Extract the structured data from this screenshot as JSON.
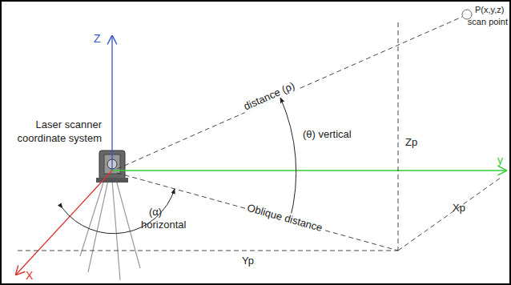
{
  "diagram": {
    "labels": [
      "Z",
      "Laser scanner",
      "coordinate system",
      "y",
      "X",
      "P(x,y,z)",
      "scan point",
      "distance (ρ)",
      "(θ) vertical",
      "(α)",
      "horizontal",
      "Oblique distance",
      "Zp",
      "Xp",
      "Yp"
    ]
  }
}
